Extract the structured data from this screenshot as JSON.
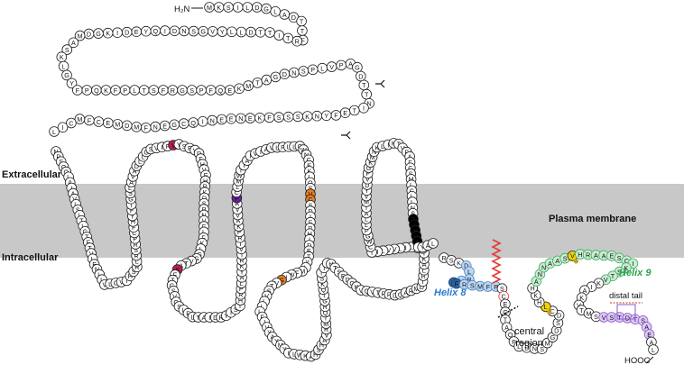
{
  "regions": {
    "extracellular": "Extracellular",
    "intracellular": "Intracellular",
    "membrane": "Plasma membrane"
  },
  "termini": {
    "n": "H₂N",
    "c": "HOOC"
  },
  "labels": {
    "helix8": "Helix 8",
    "helix9": "Helix 9",
    "central_region": [
      "central",
      "region"
    ],
    "distal_tail": "distal tail"
  },
  "colors": {
    "membrane_band": "#c8c8c8",
    "default_fill": "#ffffff",
    "outline": "#222222",
    "highlight_magenta": "#c2185b",
    "highlight_orange": "#e67e22",
    "highlight_purple": "#6a1b9a",
    "highlight_black": "#000000",
    "helix8_fill": "#bcd7f0",
    "helix8_dark": "#2f5f97",
    "helix9_fill": "#c9ecd2",
    "distal_fill": "#dcc7f5",
    "phospho_site": "#f3d300",
    "phospho_dot": "#c99a2e",
    "palmitoyl": "#e53935"
  },
  "segments": [
    {
      "name": "n-terminus",
      "seq": "MKSILDGLADTTFRTITTDLLYVGSNDIQYEDIKGDMASKLGYFPQKFPLTSFRGSPFQEKMTAGDNSPLVPAGDTTNITEFYNKSSSFKENEENIQCGENFMDMECFMCIL"
    },
    {
      "name": "tm1-loops",
      "seq": "NPSQQLAIAVLSLTLGTFTVLENLLVLCVIHSRLRSRPCFHYFIGSLAVADLLGSVIFVYSFVDFHVFHRKDSPNVFLFKLGGVTASFTGSVGSLFLTAIDRYISIHRPLAYKRIVTRPKAVVAFCLMWTIAIVIAVLPLLGWNCEKLQSVCSDIFPHIDETYLMFWIGVTSVLLLFIVYAYMYILWKAHSHAVRMIQRGTQKSIIIHTSEDGKVQVTRPDQARMDIRLAKTLVLILVVLIICWGPLLAIMVYDVFGKMNKLIKTVFAFCSMLCLLNSTVNPIIYAL"
    },
    {
      "name": "helix8-tail",
      "seq": "RSKDLRHAFRSMFPSCEGTAQPLDNSMGDSDCLHKHANNAASVHRAAESCIKSTVKIAKVTMSVSTDTSAEAL"
    }
  ],
  "highlights": [
    {
      "res": "D",
      "note": "magenta"
    },
    {
      "res": "T",
      "note": "magenta"
    },
    {
      "res": "N",
      "note": "orange"
    },
    {
      "res": "W",
      "note": "orange"
    },
    {
      "res": "F",
      "note": "orange"
    },
    {
      "res": "W",
      "note": "purple"
    },
    {
      "res": "NPIIY",
      "note": "black"
    },
    {
      "res": "C",
      "note": "palmitoyl"
    },
    {
      "res": "S",
      "note": "phospho"
    }
  ]
}
